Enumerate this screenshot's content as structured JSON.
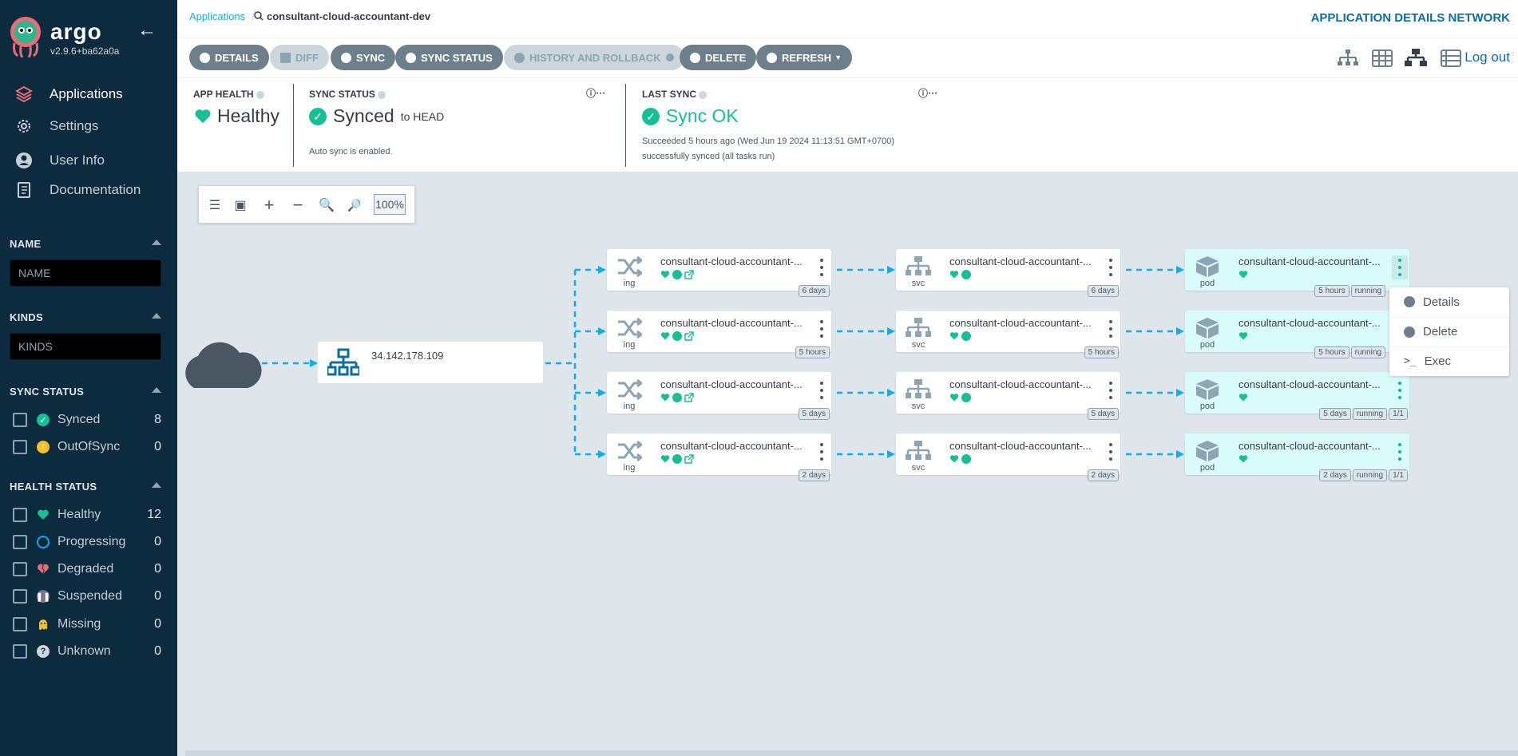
{
  "app": {
    "brand": "argo",
    "version": "v2.9.6+ba62a0a"
  },
  "nav": [
    {
      "label": "Applications",
      "icon": "layers-icon",
      "active": true
    },
    {
      "label": "Settings",
      "icon": "gear-icon"
    },
    {
      "label": "User Info",
      "icon": "user-icon"
    },
    {
      "label": "Documentation",
      "icon": "book-icon"
    }
  ],
  "filters": {
    "name_title": "NAME",
    "name_placeholder": "NAME",
    "kinds_title": "KINDS",
    "kinds_placeholder": "KINDS",
    "sync_title": "SYNC STATUS",
    "sync": [
      {
        "label": "Synced",
        "count": "8",
        "color": "#18be94"
      },
      {
        "label": "OutOfSync",
        "count": "0",
        "color": "#f4c030"
      }
    ],
    "health_title": "HEALTH STATUS",
    "health": [
      {
        "label": "Healthy",
        "count": "12",
        "color": "#18be94"
      },
      {
        "label": "Progressing",
        "count": "0",
        "color": "#0dadea"
      },
      {
        "label": "Degraded",
        "count": "0",
        "color": "#e96d76"
      },
      {
        "label": "Suspended",
        "count": "0",
        "color": "#766f94"
      },
      {
        "label": "Missing",
        "count": "0",
        "color": "#f4c030"
      },
      {
        "label": "Unknown",
        "count": "0",
        "color": "#ccd6dd"
      }
    ]
  },
  "breadcrumb": {
    "root": "Applications",
    "current": "consultant-cloud-accountant-dev"
  },
  "page_title": "APPLICATION DETAILS NETWORK",
  "toolbar": {
    "details": "DETAILS",
    "diff": "DIFF",
    "sync": "SYNC",
    "sync_status": "SYNC STATUS",
    "history": "HISTORY AND ROLLBACK",
    "delete": "DELETE",
    "refresh": "REFRESH",
    "logout": "Log out"
  },
  "status": {
    "health_title": "APP HEALTH",
    "health_value": "Healthy",
    "sync_title": "SYNC STATUS",
    "sync_value": "Synced",
    "sync_target": "to HEAD",
    "sync_note": "Auto sync is enabled.",
    "last_title": "LAST SYNC",
    "last_value": "Sync OK",
    "last_detail1": "Succeeded 5 hours ago (Wed Jun 19 2024 11:13:51 GMT+0700)",
    "last_detail2": "successfully synced (all tasks run)"
  },
  "graph": {
    "zoom": "100%",
    "load_balancer": "34.142.178.109",
    "rows": [
      {
        "ing": {
          "name": "consultant-cloud-accountant-...",
          "kind": "ing",
          "age": "6 days"
        },
        "svc": {
          "name": "consultant-cloud-accountant-...",
          "kind": "svc",
          "age": "6 days"
        },
        "pod": {
          "name": "consultant-cloud-accountant-...",
          "kind": "pod",
          "age": "5 hours",
          "state": "running",
          "ready": ""
        }
      },
      {
        "ing": {
          "name": "consultant-cloud-accountant-...",
          "kind": "ing",
          "age": "5 hours"
        },
        "svc": {
          "name": "consultant-cloud-accountant-...",
          "kind": "svc",
          "age": "5 hours"
        },
        "pod": {
          "name": "consultant-cloud-accountant-...",
          "kind": "pod",
          "age": "5 hours",
          "state": "running",
          "ready": ""
        }
      },
      {
        "ing": {
          "name": "consultant-cloud-accountant-...",
          "kind": "ing",
          "age": "5 days"
        },
        "svc": {
          "name": "consultant-cloud-accountant-...",
          "kind": "svc",
          "age": "5 days"
        },
        "pod": {
          "name": "consultant-cloud-accountant-...",
          "kind": "pod",
          "age": "5 days",
          "state": "running",
          "ready": "1/1"
        }
      },
      {
        "ing": {
          "name": "consultant-cloud-accountant-...",
          "kind": "ing",
          "age": "2 days"
        },
        "svc": {
          "name": "consultant-cloud-accountant-...",
          "kind": "svc",
          "age": "2 days"
        },
        "pod": {
          "name": "consultant-cloud-accountant-...",
          "kind": "pod",
          "age": "2 days",
          "state": "running",
          "ready": "1/1"
        }
      }
    ]
  },
  "context_menu": {
    "details": "Details",
    "delete": "Delete",
    "exec": "Exec"
  }
}
